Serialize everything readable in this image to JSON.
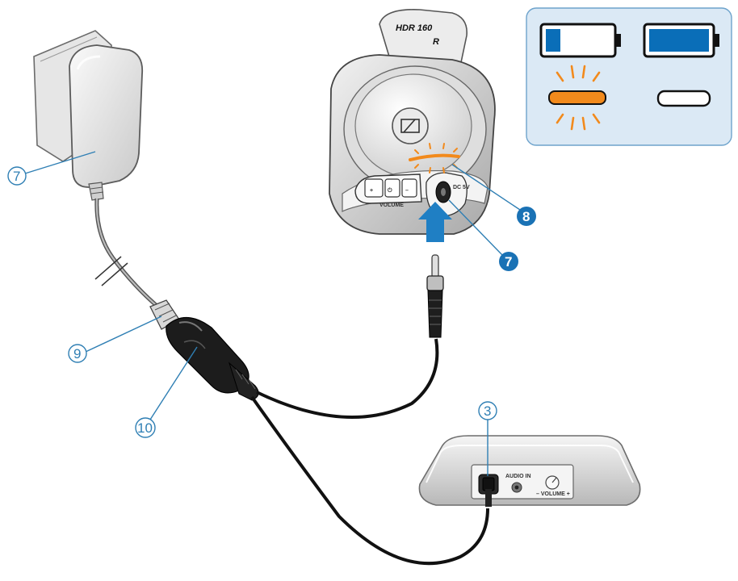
{
  "headphone": {
    "model": "HDR 160",
    "side": "R",
    "volume_label": "VOLUME",
    "plus_symbol": "+",
    "minus_symbol": "–",
    "power_symbol": "⏻",
    "charge_label": "DC 5V"
  },
  "transmitter": {
    "input_label": "AUDIO IN",
    "volume_label": "– VOLUME +"
  },
  "callouts": {
    "c7_psu": "7",
    "c7_socket": "7",
    "c8_led": "8",
    "c9_plug": "9",
    "c10_adapter": "10",
    "c3_socket": "3"
  },
  "colors": {
    "accent_blue": "#2f7fb4",
    "battery_blue": "#0a6eb8",
    "inset_bg": "#dbe9f5",
    "led_orange": "#f28a1c",
    "callout_blue": "#1a72b5"
  },
  "icons": {
    "battery_low": "battery-low-icon",
    "battery_full": "battery-full-icon",
    "led_blinking": "led-blinking-icon",
    "led_off": "led-off-icon",
    "arrow": "insert-arrow-icon"
  }
}
